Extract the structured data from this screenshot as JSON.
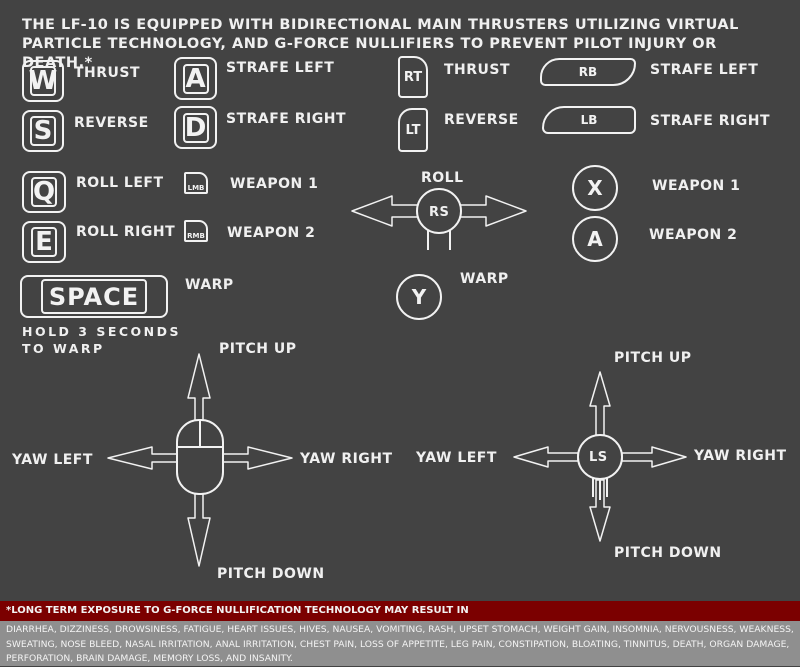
{
  "intro": "THE LF-10 IS EQUIPPED WITH BIDIRECTIONAL MAIN THRUSTERS UTILIZING VIRTUAL PARTICLE TECHNOLOGY, AND G-FORCE NULLIFIERS TO PREVENT PILOT INJURY OR DEATH.*",
  "keyboard": {
    "w": {
      "key": "W",
      "label": "THRUST"
    },
    "s": {
      "key": "S",
      "label": "REVERSE"
    },
    "a": {
      "key": "A",
      "label": "STRAFE LEFT"
    },
    "d": {
      "key": "D",
      "label": "STRAFE RIGHT"
    },
    "q": {
      "key": "Q",
      "label": "ROLL LEFT"
    },
    "e": {
      "key": "E",
      "label": "ROLL RIGHT"
    },
    "lmb": {
      "key": "LMB",
      "label": "WEAPON 1"
    },
    "rmb": {
      "key": "RMB",
      "label": "WEAPON 2"
    },
    "space": {
      "key": "SPACE",
      "label": "WARP",
      "hint1": "HOLD 3 SECONDS",
      "hint2": "TO WARP"
    },
    "mouse": {
      "up": "PITCH UP",
      "down": "PITCH DOWN",
      "left": "YAW LEFT",
      "right": "YAW RIGHT"
    }
  },
  "gamepad": {
    "rt": {
      "key": "RT",
      "label": "THRUST"
    },
    "lt": {
      "key": "LT",
      "label": "REVERSE"
    },
    "rb": {
      "key": "RB",
      "label": "STRAFE LEFT"
    },
    "lb": {
      "key": "LB",
      "label": "STRAFE RIGHT"
    },
    "rs": {
      "key": "RS",
      "label": "ROLL"
    },
    "y": {
      "key": "Y",
      "label": "WARP"
    },
    "x": {
      "key": "X",
      "label": "WEAPON 1"
    },
    "a": {
      "key": "A",
      "label": "WEAPON 2"
    },
    "ls": {
      "key": "LS",
      "up": "PITCH UP",
      "down": "PITCH DOWN",
      "left": "YAW LEFT",
      "right": "YAW RIGHT"
    }
  },
  "footer": {
    "title": "*LONG TERM EXPOSURE TO G-FORCE NULLIFICATION TECHNOLOGY MAY RESULT IN",
    "body": "DIARRHEA, DIZZINESS, DROWSINESS, FATIGUE, HEART ISSUES, HIVES, NAUSEA, VOMITING, RASH, UPSET STOMACH, WEIGHT GAIN, INSOMNIA, NERVOUSNESS, WEAKNESS, SWEATING, NOSE BLEED, NASAL IRRITATION, ANAL IRRITATION, CHEST PAIN, LOSS OF APPETITE, LEG PAIN, CONSTIPATION, BLOATING, TINNITUS, DEATH, ORGAN DAMAGE, PERFORATION, BRAIN DAMAGE, MEMORY LOSS, AND INSANITY."
  },
  "colors": {
    "background": "#434343",
    "outline": "#f2f2f2",
    "warning_bar": "#7b0000",
    "footer_bg": "#8f8f8f"
  }
}
